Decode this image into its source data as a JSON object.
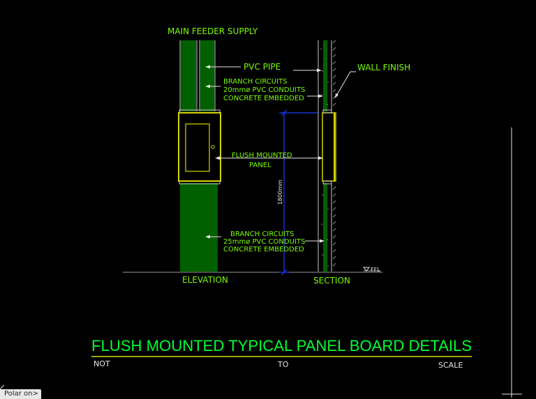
{
  "labels": {
    "main_feeder": "MAIN FEEDER SUPPLY",
    "pvc_pipe": "PVC PIPE",
    "wall_finish": "WALL FINISH",
    "branch_top_1": "BRANCH CIRCUITS",
    "branch_top_2": "20mmø PVC CONDUITS",
    "branch_top_3": "CONCRETE EMBEDDED",
    "flush_1": "FLUSH MOUNTED",
    "flush_2": "PANEL",
    "dimension": "1800mm",
    "branch_bot_1": "BRANCH CIRCUITS",
    "branch_bot_2": "25mmø PVC CONDUITS",
    "branch_bot_3": "CONCRETE EMBEDDED",
    "ffl": "FFL",
    "elevation": "ELEVATION",
    "section": "SECTION"
  },
  "title": {
    "main": "FLUSH MOUNTED TYPICAL PANEL BOARD DETAILS",
    "sub_left": "NOT",
    "sub_mid": "TO",
    "sub_right": "SCALE"
  },
  "status": {
    "polar": "Polar on>"
  },
  "colors": {
    "conduit_green": "#00c000",
    "text_green": "#7CFC00",
    "title_green": "#00ff33",
    "panel_yellow": "#d6d600",
    "dimension_blue": "#1a3cff",
    "white": "#e6e6e6",
    "ground_gray": "#9a9a9a"
  }
}
